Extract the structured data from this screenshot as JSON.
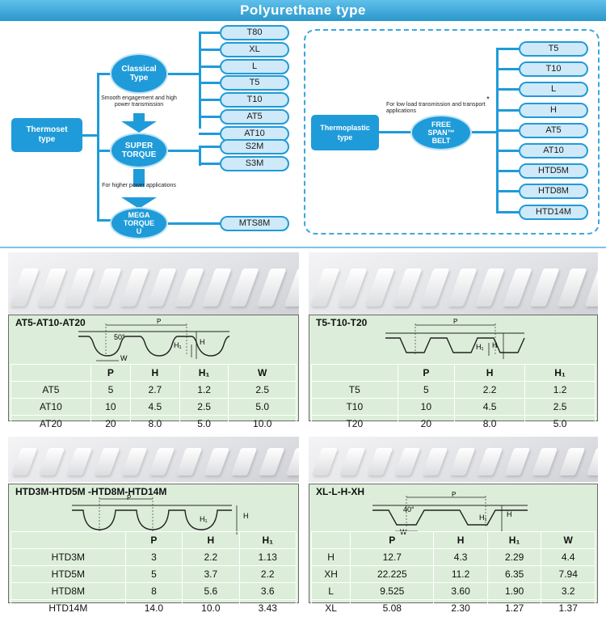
{
  "title": "Polyurethane type",
  "thermoset": {
    "root": "Thermoset type",
    "classical": "Classical Type",
    "super": "SUPER TORQUE",
    "mega": "MEGA TORQUE U",
    "note1": "Smooth engagement and high power transmission",
    "note2": "For higher power applications",
    "classical_items": [
      "T80",
      "XL",
      "L",
      "T5",
      "T10",
      "AT5",
      "AT10"
    ],
    "super_items": [
      "S2M",
      "S3M"
    ],
    "mega_items": [
      "MTS8M"
    ]
  },
  "thermoplastic": {
    "root": "Thermoplastic type",
    "free": "FREE SPAN™ BELT",
    "note": "For low load transmission and transport applications",
    "star": "*",
    "items": [
      "T5",
      "T10",
      "L",
      "H",
      "AT5",
      "AT10",
      "HTD5M",
      "HTD8M",
      "HTD14M"
    ]
  },
  "tables": {
    "at": {
      "title": "AT5-AT10-AT20",
      "angle": "50°",
      "dims": {
        "p": "P",
        "w": "W",
        "h1": "H₁",
        "h": "H"
      },
      "headers": [
        "",
        "P",
        "H",
        "H₁",
        "W"
      ],
      "rows": [
        [
          "AT5",
          "5",
          "2.7",
          "1.2",
          "2.5"
        ],
        [
          "AT10",
          "10",
          "4.5",
          "2.5",
          "5.0"
        ],
        [
          "AT20",
          "20",
          "8.0",
          "5.0",
          "10.0"
        ]
      ]
    },
    "t": {
      "title": "T5-T10-T20",
      "dims": {
        "p": "P",
        "h1": "H₁",
        "h": "H"
      },
      "headers": [
        "",
        "P",
        "H",
        "H₁"
      ],
      "rows": [
        [
          "T5",
          "5",
          "2.2",
          "1.2"
        ],
        [
          "T10",
          "10",
          "4.5",
          "2.5"
        ],
        [
          "T20",
          "20",
          "8.0",
          "5.0"
        ]
      ]
    },
    "htd": {
      "title": "HTD3M-HTD5M -HTD8M-HTD14M",
      "dims": {
        "p": "P",
        "h1": "H₁",
        "h": "H"
      },
      "headers": [
        "",
        "P",
        "H",
        "H₁"
      ],
      "rows": [
        [
          "HTD3M",
          "3",
          "2.2",
          "1.13"
        ],
        [
          "HTD5M",
          "5",
          "3.7",
          "2.2"
        ],
        [
          "HTD8M",
          "8",
          "5.6",
          "3.6"
        ],
        [
          "HTD14M",
          "14.0",
          "10.0",
          "3.43"
        ]
      ]
    },
    "xl": {
      "title": "XL-L-H-XH",
      "angle": "40°",
      "dims": {
        "p": "P",
        "w": "W",
        "h1": "H₁",
        "h": "H"
      },
      "headers": [
        "",
        "P",
        "H",
        "H₁",
        "W"
      ],
      "rows": [
        [
          "H",
          "12.7",
          "4.3",
          "2.29",
          "4.4"
        ],
        [
          "XH",
          "22.225",
          "11.2",
          "6.35",
          "7.94"
        ],
        [
          "L",
          "9.525",
          "3.60",
          "1.90",
          "3.2"
        ],
        [
          "XL",
          "5.08",
          "2.30",
          "1.27",
          "1.37"
        ]
      ]
    }
  }
}
